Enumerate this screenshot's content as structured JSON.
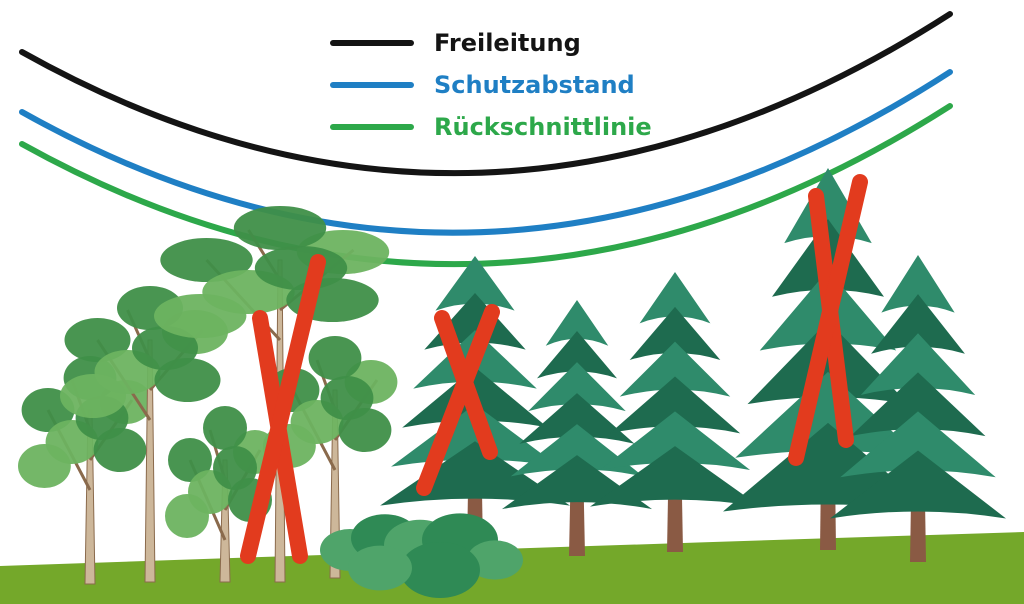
{
  "legend": {
    "items": [
      {
        "label": "Freileitung",
        "color": "#141414"
      },
      {
        "label": "Schutzabstand",
        "color": "#1f7fc4"
      },
      {
        "label": "Rückschnittlinie",
        "color": "#2da84a"
      }
    ]
  },
  "colors": {
    "ground": "#74a82a",
    "conifer_light": "#2f8b6b",
    "conifer_dark": "#1e6b4f",
    "deciduous_light": "#6db360",
    "deciduous_dark": "#3f8f48",
    "trunk": "#8a5a44",
    "mark": "#e23b1e"
  }
}
